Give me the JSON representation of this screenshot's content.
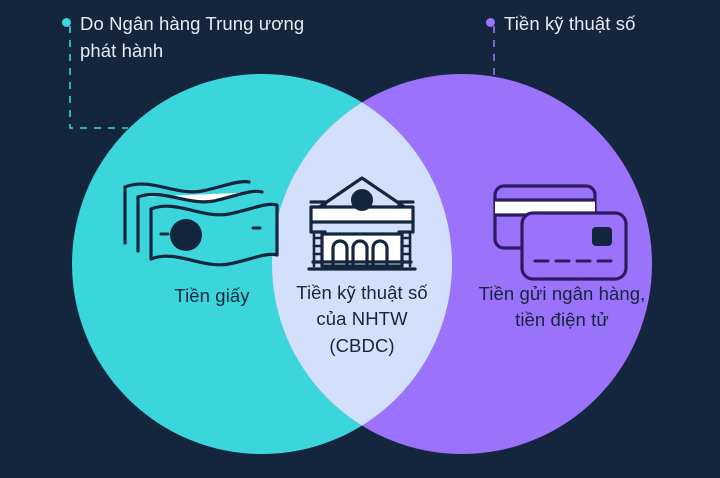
{
  "colors": {
    "background": "#14263D",
    "left_circle": "#3AD6DC",
    "right_circle": "#9B72FA",
    "overlap": "#D3E0FB",
    "ink": "#14263D",
    "callout_text": "#E7ECF2"
  },
  "callouts": {
    "left": {
      "text": "Do Ngân hàng Trung ương\nphát hành",
      "dot_color": "#3AD6DC",
      "line_color": "#3AD6DC"
    },
    "right": {
      "text": "Tiền kỹ thuật số",
      "dot_color": "#9B72FA",
      "line_color": "#9B72FA"
    }
  },
  "venn": {
    "left_circle": {
      "label": "Tiền giấy",
      "icon": "banknotes-icon",
      "fill": "#3AD6DC"
    },
    "overlap": {
      "label": "Tiền kỹ thuật số\ncủa NHTW\n(CBDC)",
      "icon": "bank-building-icon",
      "fill": "#D3E0FB"
    },
    "right_circle": {
      "label": "Tiền gửi ngân hàng,\ntiền điện tử",
      "icon": "credit-cards-icon",
      "fill": "#9B72FA"
    }
  }
}
